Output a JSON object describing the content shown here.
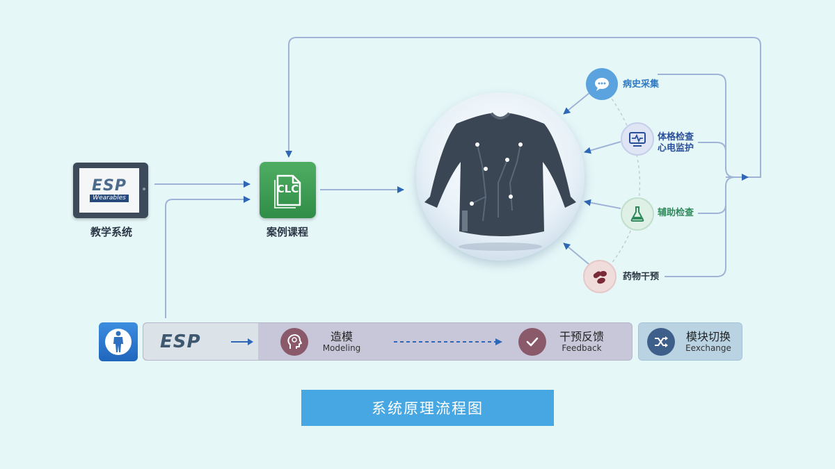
{
  "teaching_system": {
    "label": "教学系统",
    "logo_main": "ESP",
    "logo_sub": "Wearables"
  },
  "case_course": {
    "label": "案例课程",
    "icon_text": "CLC"
  },
  "nodes": [
    {
      "label": "病史采集",
      "icon": "chat-bubble-icon",
      "color": "#2f79c2"
    },
    {
      "label": "体格检查",
      "label2": "心电监护",
      "icon": "monitor-icon",
      "color": "#2a4f9a"
    },
    {
      "label": "辅助检查",
      "icon": "flask-icon",
      "color": "#2e8a5a"
    },
    {
      "label": "药物干预",
      "icon": "pills-icon",
      "color": "#7a2a36"
    }
  ],
  "process_bar": {
    "logo": "ESP",
    "steps": [
      {
        "cn": "造模",
        "en": "Modeling",
        "icon": "head-brain-icon"
      },
      {
        "cn": "干预反馈",
        "en": "Feedback",
        "icon": "check-icon"
      }
    ],
    "exchange": {
      "cn": "模块切换",
      "en": "Eexchange",
      "icon": "shuffle-icon"
    }
  },
  "caption": "系统原理流程图",
  "colors": {
    "arrow": "#2e67b5",
    "line": "#9fb3d6",
    "caption_bg": "#47a7e3",
    "background": "#e6f7f8"
  }
}
